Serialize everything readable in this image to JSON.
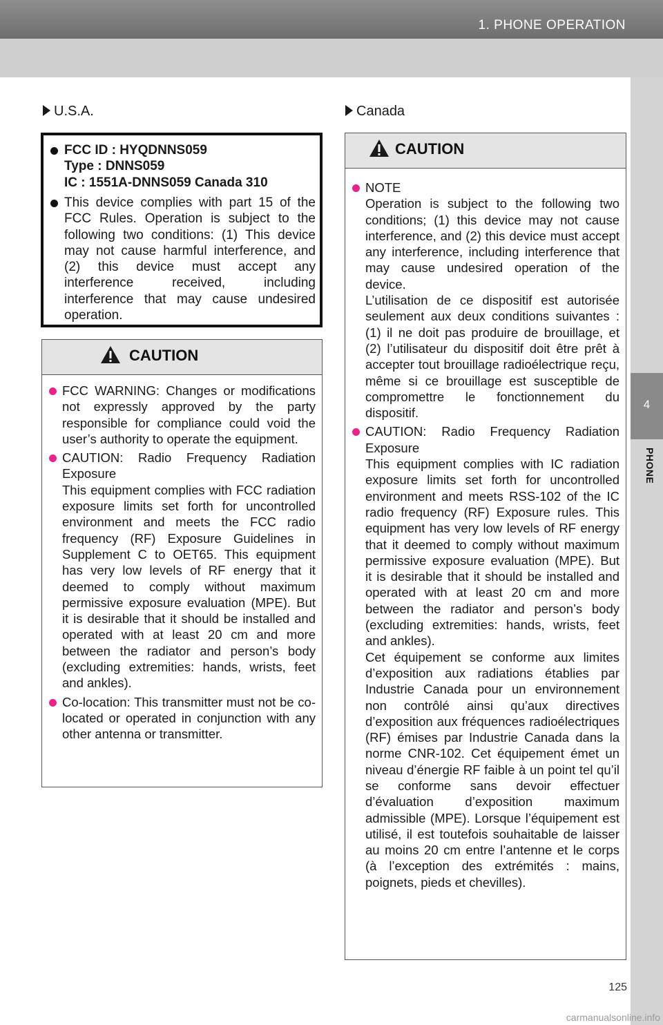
{
  "header": {
    "title": "1. PHONE OPERATION"
  },
  "side_tab": {
    "number": "4",
    "label": "PHONE"
  },
  "left_section": {
    "heading": "U.S.A.",
    "fcc_box": {
      "items": [
        "FCC ID : HYQDNNS059\nType : DNNS059\nIC : 1551A-DNNS059 Canada 310",
        "This device complies with part 15 of the FCC Rules. Operation is subject to the following two conditions: (1) This device may not cause harmful interference, and (2) this device must accept any interference received, including interference that may cause undesired operation."
      ]
    },
    "caution": {
      "title": "CAUTION",
      "items": [
        "FCC WARNING: Changes or modifications not expressly approved by the party responsible for compliance could void the user’s authority to operate the equipment.",
        "CAUTION: Radio Frequency Radiation Exposure\nThis equipment complies with FCC radiation exposure limits set forth for uncontrolled environment and meets the FCC radio frequency (RF) Exposure Guidelines in Supplement C to OET65. This equipment has very low levels of RF energy that it deemed to comply without maximum permissive exposure evaluation (MPE). But it is desirable that it should be installed and operated with at least 20 cm and more between the radiator and person’s body (excluding extremities: hands, wrists, feet and ankles).",
        "Co-location: This transmitter must not be co-located or operated in conjunction with any other antenna or transmitter."
      ]
    }
  },
  "right_section": {
    "heading": "Canada",
    "caution": {
      "title": "CAUTION",
      "items": [
        "NOTE\nOperation is subject to the following two conditions; (1) this device may not cause interference, and (2) this device must accept any interference, including interference that may cause undesired operation of the device.\nL’utilisation de ce dispositif est autorisée seulement aux deux conditions suivantes : (1) il ne doit pas produire de brouillage, et (2) l’utilisateur du dispositif doit être prêt à accepter tout brouillage radioélectrique reçu, même si ce brouillage est susceptible de compromettre le fonctionnement du dispositif.",
        "CAUTION: Radio Frequency Radiation Exposure\nThis equipment complies with IC radiation exposure limits set forth for uncontrolled environment and meets RSS-102 of the IC radio frequency (RF) Exposure rules. This equipment has very low levels of RF energy that it deemed to comply without maximum permissive exposure evaluation (MPE). But it is desirable that it should be installed and operated with at least 20 cm and more between the radiator and person’s body (excluding extremities: hands, wrists, feet and ankles).\nCet équipement se conforme aux limites d’exposition aux radiations établies par Industrie Canada pour un environnement non contrôlé ainsi qu’aux directives d’exposition aux fréquences radioélectriques (RF) émises par Industrie Canada dans la norme CNR-102. Cet équipement émet un niveau d’énergie RF faible à un point tel qu’il se conforme sans devoir effectuer d’évaluation d’exposition maximum admissible (MPE). Lorsque l’équipement est utilisé, il est toutefois souhaitable de laisser au moins 20 cm entre l’antenne et le corps (à l’exception des extrémités : mains, poignets, pieds et chevilles)."
      ]
    }
  },
  "page_number": "125",
  "watermark": "carmanualsonline.info",
  "colors": {
    "bullet_accent": "#e8238a",
    "header_bar": "#7e7e7e",
    "caution_header": "#e4e4e4"
  }
}
